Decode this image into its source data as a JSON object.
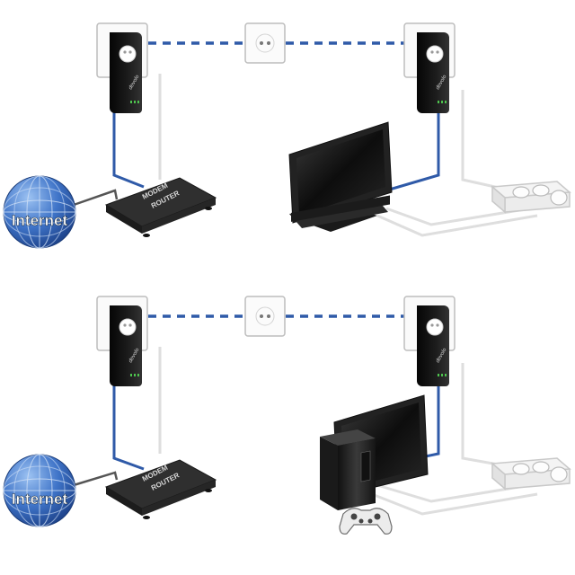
{
  "colors": {
    "ethernet": "#2f5aa8",
    "power_cable": "#d9d9d9",
    "adapter_body": "#161616",
    "globe_blue": "#2f64bd",
    "router_body": "#2b2b2b"
  },
  "scenarios": [
    {
      "internet_label": "Internet",
      "router_label_line1": "MODEM",
      "router_label_line2": "ROUTER",
      "adapter_brand": "devolo",
      "device": "tv"
    },
    {
      "internet_label": "Internet",
      "router_label_line1": "MODEM",
      "router_label_line2": "ROUTER",
      "adapter_brand": "devolo",
      "device": "console-with-tv"
    }
  ],
  "icons": [
    "globe-icon",
    "router-icon",
    "powerline-adapter-icon",
    "wall-socket-icon",
    "tv-icon",
    "game-console-icon",
    "gamepad-icon",
    "power-strip-icon"
  ]
}
